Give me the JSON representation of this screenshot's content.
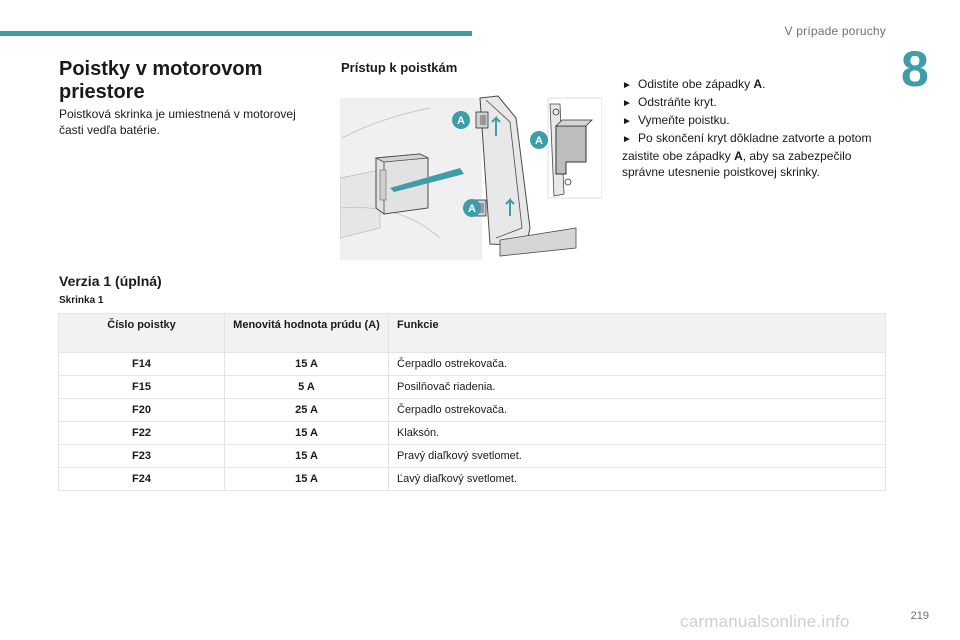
{
  "header": {
    "section_title": "V prípade poruchy",
    "chapter_number": "8"
  },
  "left": {
    "title": "Poistky v motorovom priestore",
    "intro": "Poistková skrinka je umiestnená v motorovej časti vedľa batérie."
  },
  "access": {
    "title": "Prístup k poistkám",
    "callout_label": "A",
    "steps": [
      {
        "marker": "►",
        "text_before": "Odistite obe západky ",
        "bold": "A",
        "text_after": "."
      },
      {
        "marker": "►",
        "text_before": "Odstráňte kryt.",
        "bold": "",
        "text_after": ""
      },
      {
        "marker": "►",
        "text_before": "Vymeňte poistku.",
        "bold": "",
        "text_after": ""
      },
      {
        "marker": "►",
        "text_before": "Po skončení kryt dôkladne zatvorte a potom zaistite obe západky ",
        "bold": "A",
        "text_after": ", aby sa zabezpečilo správne utesnenie poistkovej skrinky."
      }
    ]
  },
  "version": {
    "title": "Verzia 1 (úplná)",
    "box_title": "Skrinka 1",
    "table": {
      "headers": [
        "Číslo poistky",
        "Menovitá hodnota prúdu (A)",
        "Funkcie"
      ],
      "rows": [
        [
          "F14",
          "15 A",
          "Čerpadlo ostrekovača."
        ],
        [
          "F15",
          "5 A",
          "Posilňovač riadenia."
        ],
        [
          "F20",
          "25 A",
          "Čerpadlo ostrekovača."
        ],
        [
          "F22",
          "15 A",
          "Klaksón."
        ],
        [
          "F23",
          "15 A",
          "Pravý diaľkový svetlomet."
        ],
        [
          "F24",
          "15 A",
          "Ľavý diaľkový svetlomet."
        ]
      ]
    }
  },
  "footer": {
    "page_number": "219",
    "watermark": "carmanualsonline.info"
  },
  "colors": {
    "accent": "#3e9da8"
  }
}
